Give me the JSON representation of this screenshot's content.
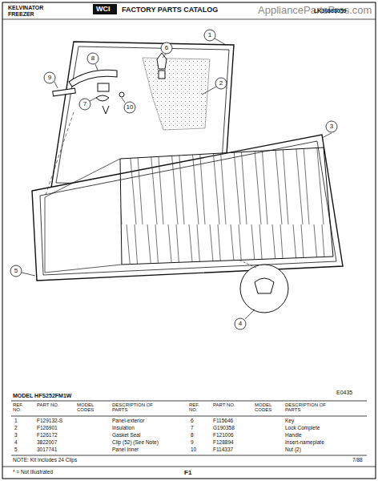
{
  "diagram": {
    "labels": [
      "AppliancePartsPros.com",
      "KELVINATOR",
      "FREEZER",
      "WCI",
      "FACTORY PARTS CATALOG",
      "LK30888059",
      "1",
      "2",
      "3",
      "4",
      "5",
      "6",
      "7",
      "8",
      "9",
      "10",
      "E0435",
      "MODEL HFS252FM1W",
      "REF. NO.",
      "PART NO.",
      "MODEL CODES",
      "DESCRIPTION OF PARTS",
      "REF. NO.",
      "PART NO.",
      "MODEL CODES",
      "DESCRIPTION OF PARTS",
      "1",
      "F129132-S",
      "Panel-exterior",
      "6",
      "F115646",
      "Key",
      "2",
      "F126901",
      "Insulation",
      "7",
      "G190358",
      "Lock Complete",
      "3",
      "F126172",
      "Gasket Seal",
      "8",
      "F121006",
      "Handle",
      "4",
      "3822007",
      "Clip (52) (See Note)",
      "9",
      "F128894",
      "Insert-nameplate",
      "5",
      "3017741",
      "Panel Inner",
      "10",
      "F114337",
      "Nut (2)",
      "NOTE: Kit includes 24 Clips",
      "* = Not Illustrated",
      "F1",
      "7/88"
    ]
  }
}
